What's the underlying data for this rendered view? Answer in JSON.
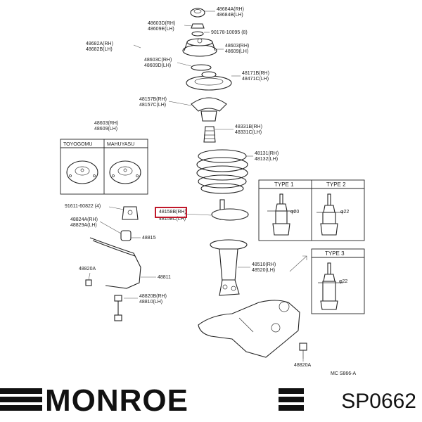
{
  "labels": {
    "l48684": [
      "48684A(RH)",
      "48684B(LH)"
    ],
    "l48603d": [
      "48603D(RH)",
      "48609E(LH)"
    ],
    "l90178": "90178-10095 (8)",
    "l48682": [
      "48682A(RH)",
      "48682B(LH)"
    ],
    "l48603": [
      "48603(RH)",
      "48609(LH)"
    ],
    "l48603c": [
      "48603C(RH)",
      "48609D(LH)"
    ],
    "l48171": [
      "48171B(RH)",
      "48471C(LH)"
    ],
    "l48157": [
      "48157B(RH)",
      "48157C(LH)"
    ],
    "l48331": [
      "48331B(RH)",
      "48331C(LH)"
    ],
    "l48603b": [
      "48603(RH)",
      "48609(LH)"
    ],
    "l48131": [
      "48131(RH)",
      "48132(LH)"
    ],
    "l90311": "91611-60822 (4)",
    "l48158": [
      "48158B(RH)",
      "48158C(LH)"
    ],
    "l48824": [
      "48824A(RH)",
      "48829A(LH)"
    ],
    "l48815": "48815",
    "l48510": [
      "48510(RH)",
      "48520(LH)"
    ],
    "l48820a": "48820A",
    "l48811": "48811",
    "l48820b": [
      "48820B(RH)",
      "48810(LH)"
    ],
    "l48820a2": "48820A",
    "mc": "MC S866-A"
  },
  "mount_box": {
    "left": "TOYOGOMU",
    "right": "MAHUYASU"
  },
  "types": {
    "type1": {
      "title": "TYPE 1",
      "dim": "φ20"
    },
    "type2": {
      "title": "TYPE 2",
      "dim": "φ22"
    },
    "type3": {
      "title": "TYPE 3",
      "dim": "φ22"
    }
  },
  "brand": "MONROE",
  "part_number": "SP0662",
  "colors": {
    "highlight": "#c0182a",
    "ink": "#222222"
  }
}
